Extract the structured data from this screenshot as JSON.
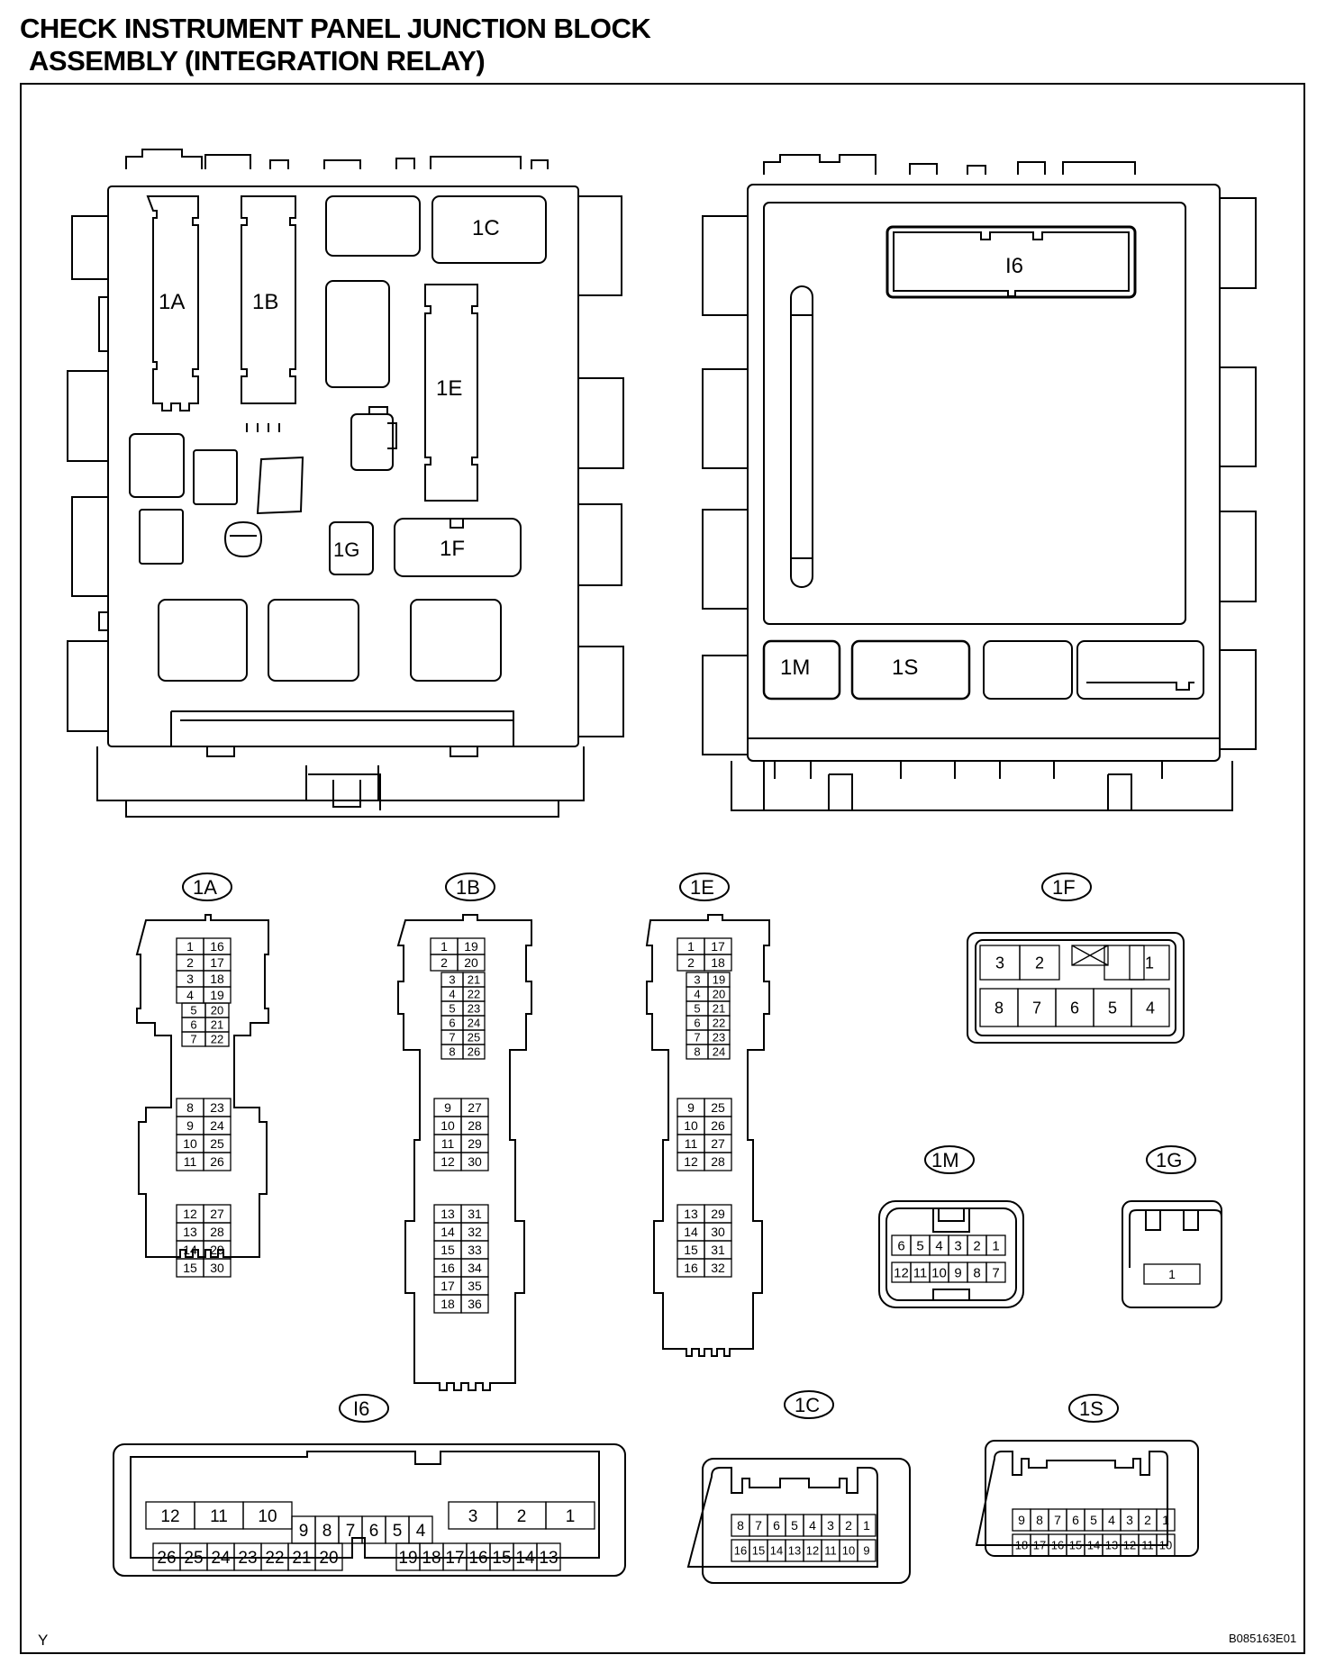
{
  "title": {
    "line1": "CHECK INSTRUMENT PANEL JUNCTION BLOCK",
    "line2": "ASSEMBLY (INTEGRATION RELAY)"
  },
  "block_front": {
    "labels": [
      "1A",
      "1B",
      "1C",
      "1E",
      "1F",
      "1G"
    ]
  },
  "block_rear": {
    "labels": [
      "I6",
      "1M",
      "1S"
    ]
  },
  "connectors": {
    "c1A": {
      "name": "1A",
      "sec1": [
        [
          "1",
          "16"
        ],
        [
          "2",
          "17"
        ],
        [
          "3",
          "18"
        ],
        [
          "4",
          "19"
        ],
        [
          "5",
          "20"
        ],
        [
          "6",
          "21"
        ],
        [
          "7",
          "22"
        ]
      ],
      "sec2": [
        [
          "8",
          "23"
        ],
        [
          "9",
          "24"
        ],
        [
          "10",
          "25"
        ],
        [
          "11",
          "26"
        ]
      ],
      "sec3": [
        [
          "12",
          "27"
        ],
        [
          "13",
          "28"
        ],
        [
          "14",
          "29"
        ],
        [
          "15",
          "30"
        ]
      ]
    },
    "c1B": {
      "name": "1B",
      "sec1": [
        [
          "1",
          "19"
        ],
        [
          "2",
          "20"
        ],
        [
          "3",
          "21"
        ],
        [
          "4",
          "22"
        ],
        [
          "5",
          "23"
        ],
        [
          "6",
          "24"
        ],
        [
          "7",
          "25"
        ],
        [
          "8",
          "26"
        ]
      ],
      "sec2": [
        [
          "9",
          "27"
        ],
        [
          "10",
          "28"
        ],
        [
          "11",
          "29"
        ],
        [
          "12",
          "30"
        ]
      ],
      "sec3": [
        [
          "13",
          "31"
        ],
        [
          "14",
          "32"
        ],
        [
          "15",
          "33"
        ],
        [
          "16",
          "34"
        ],
        [
          "17",
          "35"
        ],
        [
          "18",
          "36"
        ]
      ]
    },
    "c1E": {
      "name": "1E",
      "sec1": [
        [
          "1",
          "17"
        ],
        [
          "2",
          "18"
        ],
        [
          "3",
          "19"
        ],
        [
          "4",
          "20"
        ],
        [
          "5",
          "21"
        ],
        [
          "6",
          "22"
        ],
        [
          "7",
          "23"
        ],
        [
          "8",
          "24"
        ]
      ],
      "sec2": [
        [
          "9",
          "25"
        ],
        [
          "10",
          "26"
        ],
        [
          "11",
          "27"
        ],
        [
          "12",
          "28"
        ]
      ],
      "sec3": [
        [
          "13",
          "29"
        ],
        [
          "14",
          "30"
        ],
        [
          "15",
          "31"
        ],
        [
          "16",
          "32"
        ]
      ]
    },
    "c1F": {
      "name": "1F",
      "top": [
        "3",
        "2",
        "1"
      ],
      "bottom": [
        "8",
        "7",
        "6",
        "5",
        "4"
      ]
    },
    "c1M": {
      "name": "1M",
      "top": [
        "6",
        "5",
        "4",
        "3",
        "2",
        "1"
      ],
      "bottom": [
        "12",
        "11",
        "10",
        "9",
        "8",
        "7"
      ]
    },
    "c1G": {
      "name": "1G",
      "pins": [
        "1"
      ]
    },
    "cI6": {
      "name": "I6",
      "top_left": [
        "12",
        "11",
        "10"
      ],
      "mid": [
        "9",
        "8",
        "7",
        "6",
        "5",
        "4"
      ],
      "top_right": [
        "3",
        "2",
        "1"
      ],
      "bottom_left": [
        "26",
        "25",
        "24",
        "23",
        "22",
        "21",
        "20"
      ],
      "bottom_right": [
        "19",
        "18",
        "17",
        "16",
        "15",
        "14",
        "13"
      ]
    },
    "c1C": {
      "name": "1C",
      "top": [
        "8",
        "7",
        "6",
        "5",
        "4",
        "3",
        "2",
        "1"
      ],
      "bottom": [
        "16",
        "15",
        "14",
        "13",
        "12",
        "11",
        "10",
        "9"
      ]
    },
    "c1S": {
      "name": "1S",
      "top": [
        "9",
        "8",
        "7",
        "6",
        "5",
        "4",
        "3",
        "2",
        "1"
      ],
      "bottom": [
        "18",
        "17",
        "16",
        "15",
        "14",
        "13",
        "12",
        "11",
        "10"
      ]
    }
  },
  "footer": {
    "left_mark": "Y",
    "figure_code": "B085163E01"
  }
}
